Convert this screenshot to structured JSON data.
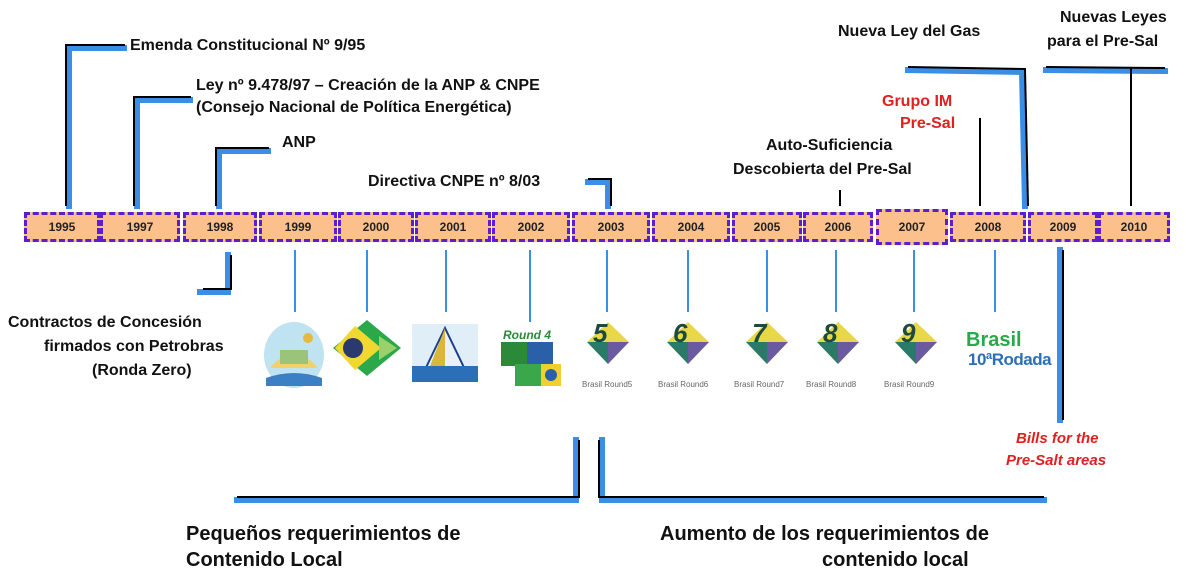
{
  "years": [
    "1995",
    "1997",
    "1998",
    "1999",
    "2000",
    "2001",
    "2002",
    "2003",
    "2004",
    "2005",
    "2006",
    "2007",
    "2008",
    "2009",
    "2010"
  ],
  "events": {
    "emenda": "Emenda Constitucional Nº 9/95",
    "ley_line1": "Ley nº 9.478/97 – Creación de la ANP & CNPE",
    "ley_line2": "(Consejo Nacional de Política Energética)",
    "anp": "ANP",
    "directiva": "Directiva CNPE nº 8/03",
    "auto_line1": "Auto-Suficiencia",
    "auto_line2": "Descobierta del Pre-Sal",
    "grupo_line1": "Grupo IM",
    "grupo_line2": "Pre-Sal",
    "nueva_ley_gas": "Nueva Ley del Gas",
    "nuevas_leyes_line1": "Nuevas Leyes",
    "nuevas_leyes_line2": "para el Pre-Sal",
    "contractos_line1": "Contractos de Concesión",
    "contractos_line2": "firmados con Petrobras",
    "contractos_line3": "(Ronda Zero)",
    "bills_line1": "Bills for the",
    "bills_line2": "Pre-Salt areas"
  },
  "periods": {
    "left_line1": "Pequeños requerimientos de",
    "left_line2": "Contenido Local",
    "right_line1": "Aumento de los requerimientos de",
    "right_line2": "contenido local"
  },
  "round_logos": {
    "round4_label": "Round 4",
    "round5_num": "5",
    "round5_caption": "Brasil Round5",
    "round6_num": "6",
    "round6_caption": "Brasil Round6",
    "round7_num": "7",
    "round7_caption": "Brasil Round7",
    "round8_num": "8",
    "round8_caption": "Brasil Round8",
    "round9_num": "9",
    "round9_caption": "Brasil Round9",
    "round10_line1": "Brasil",
    "round10_line2": "10ªRodada"
  },
  "colors": {
    "accent_blue": "#2f8fe8",
    "year_fill": "#fbc08c",
    "year_border": "#5a1fd0",
    "highlight_red": "#e02020"
  }
}
